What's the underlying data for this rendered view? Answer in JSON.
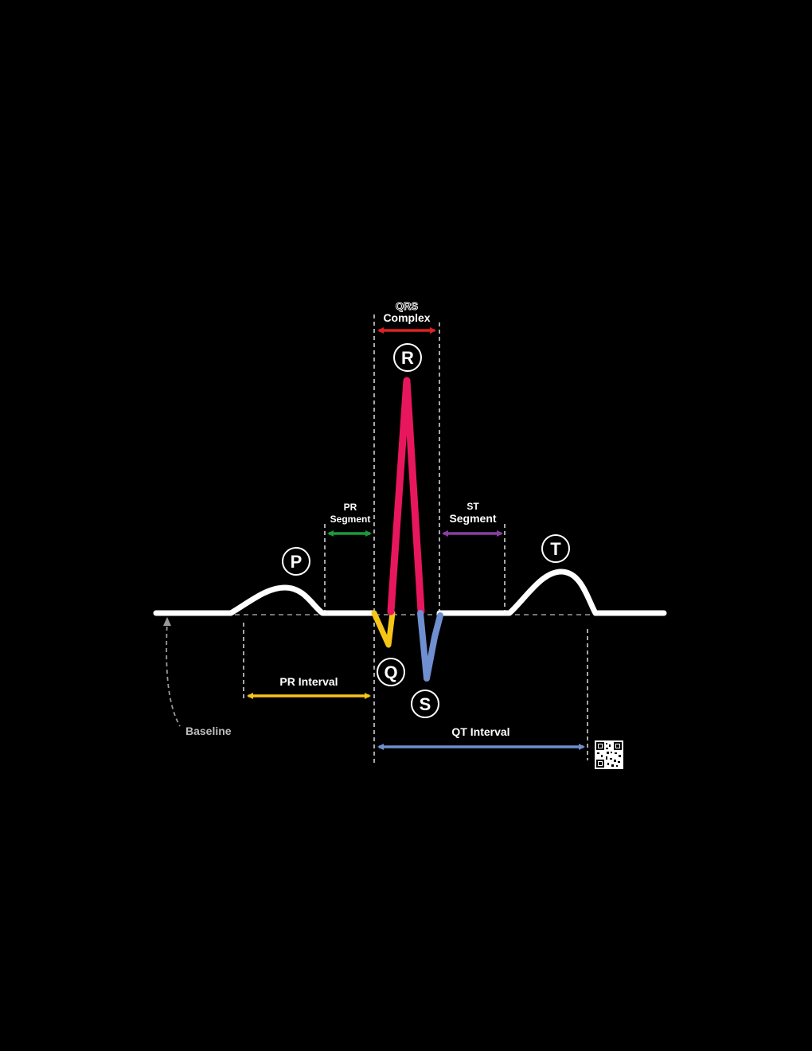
{
  "labels": {
    "qrs_title_line1": "QRS",
    "qrs_title_line2": "Complex",
    "pr_segment_line1": "PR",
    "pr_segment_line2": "Segment",
    "st_segment_line1": "ST",
    "st_segment_line2": "Segment",
    "pr_interval": "PR Interval",
    "qt_interval": "QT Interval",
    "baseline": "Baseline"
  },
  "waves": {
    "p": "P",
    "q": "Q",
    "r": "R",
    "s": "S",
    "t": "T"
  },
  "colors": {
    "background": "#000000",
    "baseline_trace": "#ffffff",
    "r_wave": "#e8175d",
    "q_wave": "#f5c518",
    "s_wave": "#6f8fd0",
    "qrs_arrow": "#e02020",
    "pr_segment_arrow": "#1a9a3a",
    "st_segment_arrow": "#8a3fa0",
    "pr_interval_arrow": "#f5c518",
    "qt_interval_arrow": "#6f8fd0",
    "guides": "#cfcfcf"
  },
  "icons": {
    "qr": "qr-code-icon"
  }
}
